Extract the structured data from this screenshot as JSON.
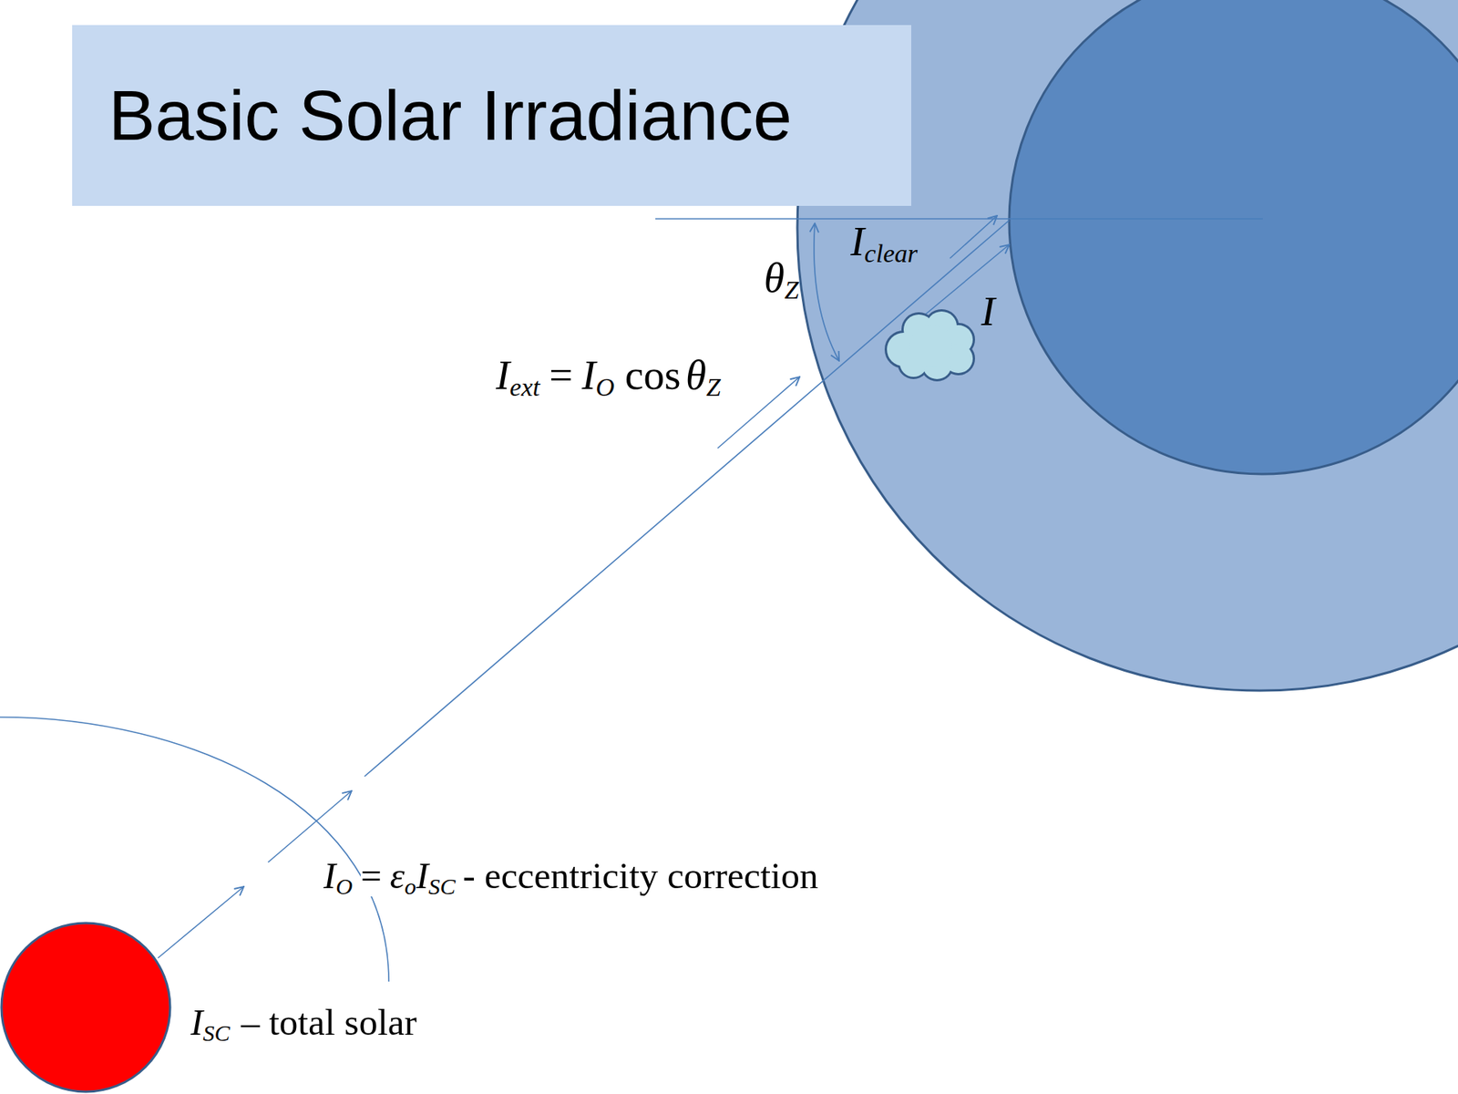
{
  "diagram": {
    "title": "Basic Solar Irradiance",
    "labels": [
      "θ",
      "Z",
      "I",
      "clear",
      "I",
      "I",
      "ext",
      "=",
      "I",
      "O",
      "cos",
      "θ",
      "Z",
      "I",
      "O",
      "=",
      "ε",
      "o",
      "I",
      "SC",
      "- eccentricity correction",
      "I",
      "SC",
      "–",
      "total solar"
    ]
  }
}
